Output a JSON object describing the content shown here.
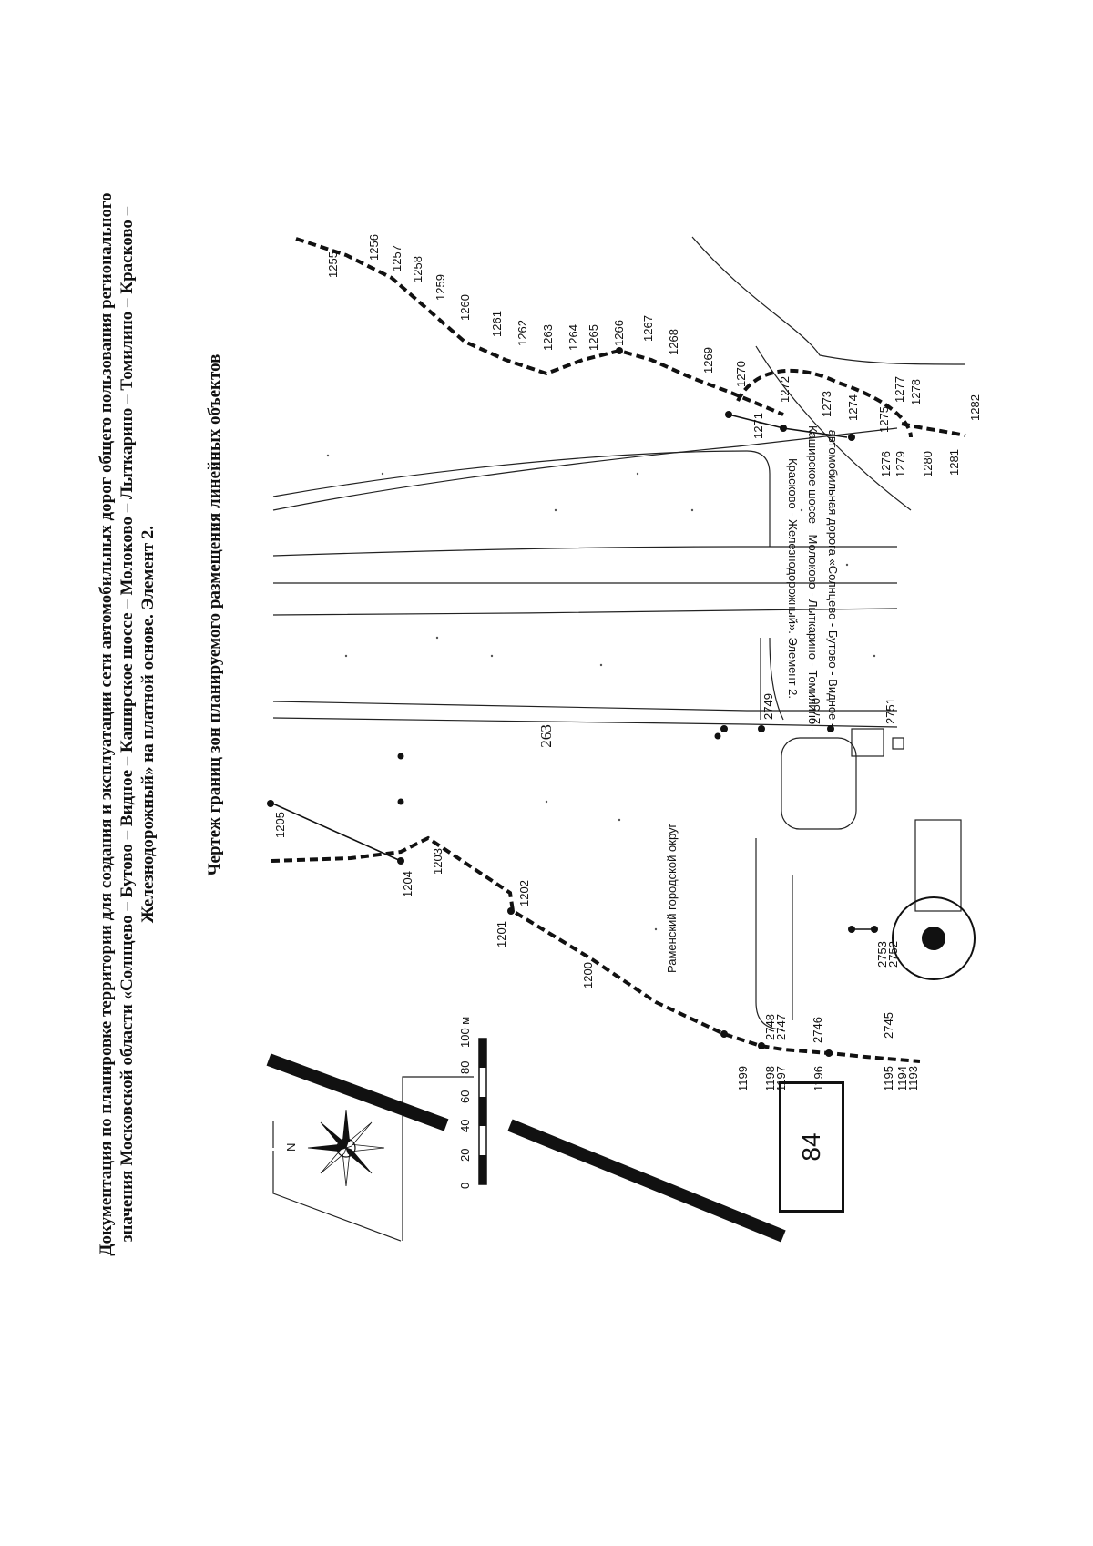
{
  "page": {
    "number": "263",
    "title_lines": [
      "Документация по планировке территории для создания и эксплуатации сети автомобильных дорог общего пользования регионального",
      "значения Московской области «Солнцево – Бутово – Видное – Каширское шоссе – Молоково – Лыткарино – Томилино – Красково –",
      "Железнодорожный» на платной основе. Элемент 2."
    ],
    "subtitle": "Чертеж границ зон планируемого размещения линейных объектов"
  },
  "map": {
    "sheet_number": "84",
    "north_label": "N",
    "district_label": "Раменский городской округ",
    "road_label_lines": [
      "автомобильная дорога «Солнцево - Бутово - Видное -",
      "Каширское шоссе - Молоково - Лыткарино - Томилино -",
      "Красково - Железнодорожный». Элемент 2."
    ],
    "scale_bar": {
      "ticks": [
        "0",
        "20",
        "40",
        "60",
        "80",
        "100 м"
      ]
    },
    "point_labels": {
      "p1193": "1193",
      "p1194": "1194",
      "p1195": "1195",
      "p1196": "1196",
      "p1197": "1197",
      "p1198": "1198",
      "p1199": "1199",
      "p1200": "1200",
      "p1201": "1201",
      "p1202": "1202",
      "p1203": "1203",
      "p1204": "1204",
      "p1205": "1205",
      "p1255": "1255",
      "p1256": "1256",
      "p1257": "1257",
      "p1258": "1258",
      "p1259": "1259",
      "p1260": "1260",
      "p1261": "1261",
      "p1262": "1262",
      "p1263": "1263",
      "p1264": "1264",
      "p1265": "1265",
      "p1266": "1266",
      "p1267": "1267",
      "p1268": "1268",
      "p1269": "1269",
      "p1270": "1270",
      "p1271": "1271",
      "p1272": "1272",
      "p1273": "1273",
      "p1274": "1274",
      "p1275": "1275",
      "p1276": "1276",
      "p1277": "1277",
      "p1278": "1278",
      "p1279": "1279",
      "p1280": "1280",
      "p1281": "1281",
      "p1282": "1282",
      "p2745": "2745",
      "p2746": "2746",
      "p2747": "2747",
      "p2748": "2748",
      "p2749": "2749",
      "p2750": "2750",
      "p2751": "2751",
      "p2752": "2752",
      "p2753": "2753"
    }
  }
}
